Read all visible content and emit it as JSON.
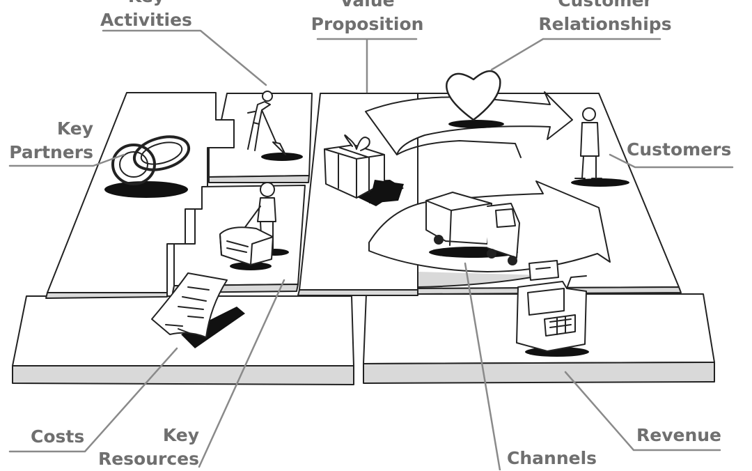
{
  "labels": {
    "key_activities": [
      "Key",
      "Activities"
    ],
    "value_proposition": [
      "Value",
      "Proposition"
    ],
    "customer_relationships": [
      "Customer",
      "Relationships"
    ],
    "key_partners": [
      "Key",
      "Partners"
    ],
    "customers": "Customers",
    "costs": "Costs",
    "key_resources": [
      "Key",
      "Resources"
    ],
    "channels": "Channels",
    "revenue": "Revenue"
  },
  "colors": {
    "label_text": "#6f6f6f",
    "leader_line": "#8a8a8a",
    "sketch_stroke": "#222222",
    "panel_side": "#d9d9d9",
    "panel_top": "#ffffff"
  }
}
